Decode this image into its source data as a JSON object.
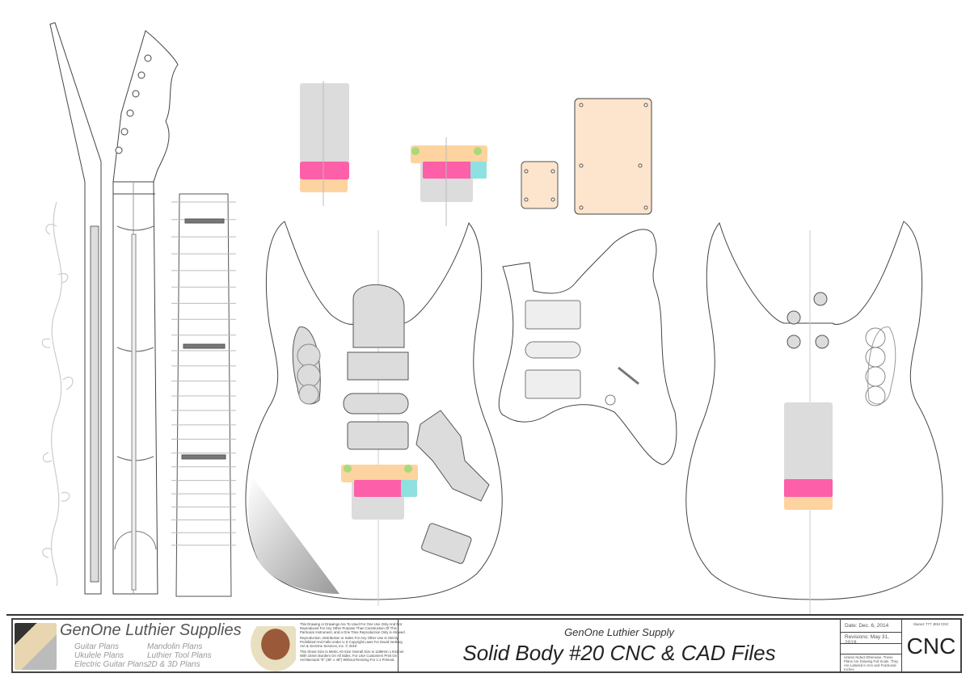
{
  "title_block": {
    "brand": "GenOne Luthier Supplies",
    "plans_col1": [
      "Guitar Plans",
      "Ukulele Plans",
      "Electric Guitar Plans"
    ],
    "plans_col2": [
      "Mandolin Plans",
      "Luthier Tool Plans",
      "2D & 3D Plans"
    ],
    "legal": [
      "This Drawing or Drawings Are To Used For One Use Only And Not Reproduced For Any Other Purpose Than Construction Of This Particular Instrument, and a One Time Reproduction Only is Allowed",
      "Reproduction, Distribution or Sales For Any Other Use Is Strictly Prohibited And Falls Under U.S Copyright Laws For David VerBurg AIA & GenOne Services, Inc. © 2019",
      "This Sheet Size Is Metric A0 Size Overall Size is 1189mm x 841mm With 15mm Borders On All Sides. For USA Customers Print On Architectural \"E\" (36\" x 48\") Without Resizing For 1:1 Printout."
    ],
    "company": "GenOne Luthier Supply",
    "drawing_title": "Solid Body #20 CNC & CAD Files",
    "date": "Date: Dec. 6, 2014",
    "revisions": "Revisions: May 31, 2019",
    "note": "Unless Noted Otherwise, These Plans Are Drawing Full Scale. They Are Labeled in mm and Fractional Inches",
    "model": "Ibanez 777 JEM CNC",
    "sheet_code": "CNC"
  },
  "colors": {
    "pink": "#fd5fa8",
    "orange": "#fdd3a0",
    "cyan": "#8fe0e0",
    "green": "#a9d97a",
    "gray_fill": "#dcdcdc",
    "plate_fill": "#fde4cc"
  }
}
